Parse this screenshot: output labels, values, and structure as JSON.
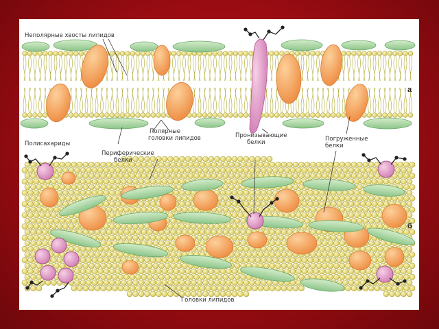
{
  "diagram": {
    "labels": {
      "nonpolar_tails": "Неполярные хвосты липидов",
      "polar_heads_1": "Полярные",
      "polar_heads_2": "головки липидов",
      "piercing_1": "Пронизывающие",
      "piercing_2": "белки",
      "submerged_1": "Погруженные",
      "submerged_2": "белки",
      "polysaccharides": "Полисахариды",
      "peripheral_1": "Периферические",
      "peripheral_2": "белки",
      "lipid_heads": "Головки липидов",
      "panel_a": "а",
      "panel_b": "б"
    },
    "colors": {
      "slide_background": "#a50f15",
      "panel": "#ffffff",
      "lipid_head": "#e6dc74",
      "lipid_tail": "#b9b44a",
      "peripheral_protein": "#a9d6a0",
      "integral_protein": "#f2a566",
      "piercing_protein": "#e89ab8",
      "polysaccharide": "#d98fbe",
      "sugar_chain": "#222222"
    },
    "icons": {
      "polysaccharide": "sugar-chain-icon",
      "protein": "protein-blob-icon",
      "lipid": "phospholipid-icon"
    }
  }
}
